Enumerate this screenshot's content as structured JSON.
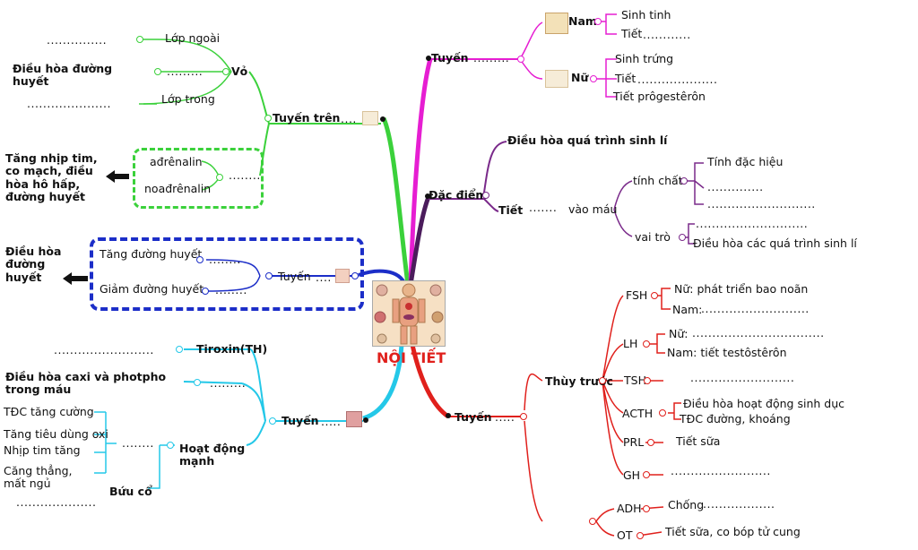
{
  "center": {
    "title": "NỘI TIẾT"
  },
  "colors": {
    "green": "#3bd13b",
    "blue": "#1c2ec8",
    "cyan": "#24c8e8",
    "magenta": "#e61ed2",
    "purple": "#7a2a8a",
    "red": "#e0201c",
    "dark_purple": "#4b1c5c"
  },
  "dots": {
    "d1": "...............",
    "d2": ".........",
    "d3": ".....................",
    "d4": "....",
    "d5": "........",
    "d6": "........",
    "d7": "...........................",
    "d8": "..........",
    "d9": ".........",
    "d10": ".........",
    "d11": "..........",
    "d12": "..............",
    "d13": ".......",
    "d14": "....................",
    "d15": "............",
    "d16": ".........................",
    "d17": ".............................",
    "d18": "...........................",
    "d19": "............................",
    "d20": ".................................",
    "d21": "......................",
    "d22": "...........................",
    "d23": "..........................",
    "d24": ".........................",
    "d25": "..................",
    "d26": ".....",
    "d27": ".........",
    "d28": "........"
  },
  "left_top": {
    "vo": "Vỏ",
    "lop_ngoai": "Lớp ngoài",
    "lop_trong": "Lớp trong",
    "dieu_hoa_duong_huyet": "Điều hòa đường huyết",
    "tuyen_tren": "Tuyến trên",
    "adrenalin": "ađrênalin",
    "noadrenalin": "noađrênalin",
    "tang_nhip_tim": "Tăng nhịp tim, co mạch, điều hòa hô hấp, đường huyết"
  },
  "left_mid": {
    "tuyen": "Tuyến",
    "tang_duong_huyet": "Tăng đường huyết",
    "giam_duong_huyet": "Giảm đường huyết",
    "dieu_hoa_duong_huyet": "Điều hòa đường huyết"
  },
  "left_bottom": {
    "tuyen": "Tuyến",
    "tiroxin": "Tiroxin(TH)",
    "dieu_hoa_caxi": "Điều hòa caxi và photpho trong máu",
    "hoat_dong_manh": "Hoạt động mạnh",
    "tdc_tang": "TĐC tăng cường",
    "tang_tieu_dung": "Tăng tiêu dùng oxi",
    "nhip_tim_tang": "Nhịp tim tăng",
    "cang_thang": "Căng thẳng, mất ngủ",
    "buou_co": "Bứu cổ"
  },
  "right_top": {
    "tuyen": "Tuyến",
    "nam": "Nam",
    "nu": "Nữ",
    "sinh_tinh": "Sinh tinh",
    "tiet1": "Tiết",
    "sinh_trung": "Sinh trứng",
    "tiet2": "Tiết",
    "tiet_progesteron": "Tiết prôgestêrôn"
  },
  "right_mid": {
    "dac_diem": "Đặc điểm",
    "dieu_hoa_qua_trinh": "Điều hòa quá trình sinh lí",
    "tiet": "Tiết",
    "vao_mau": "vào máu",
    "tinh_chat": "tính chất",
    "tinh_dac_hieu": "Tính đặc hiệu",
    "vai_tro": "vai trò",
    "dieu_hoa_cac_qua_trinh": "Điều hòa các quá trình sinh lí"
  },
  "right_bottom": {
    "tuyen": "Tuyến",
    "thuy_truoc": "Thùy trước",
    "fsh": "FSH",
    "fsh_nu": "Nữ: phát triển bao noãn",
    "fsh_nam": "Nam:",
    "lh": "LH",
    "lh_nu": "Nữ:",
    "lh_nam": "Nam: tiết testôstêrôn",
    "tsh": "TSH",
    "acth": "ACTH",
    "acth_1": "Điều hòa hoạt động sinh dục",
    "acth_2": "TĐC đường, khoáng",
    "prl": "PRL",
    "prl_v": "Tiết sữa",
    "gh": "GH",
    "adh": "ADH",
    "adh_v": "Chống",
    "ot": "OT",
    "ot_v": "Tiết sữa, co bóp tử cung"
  }
}
